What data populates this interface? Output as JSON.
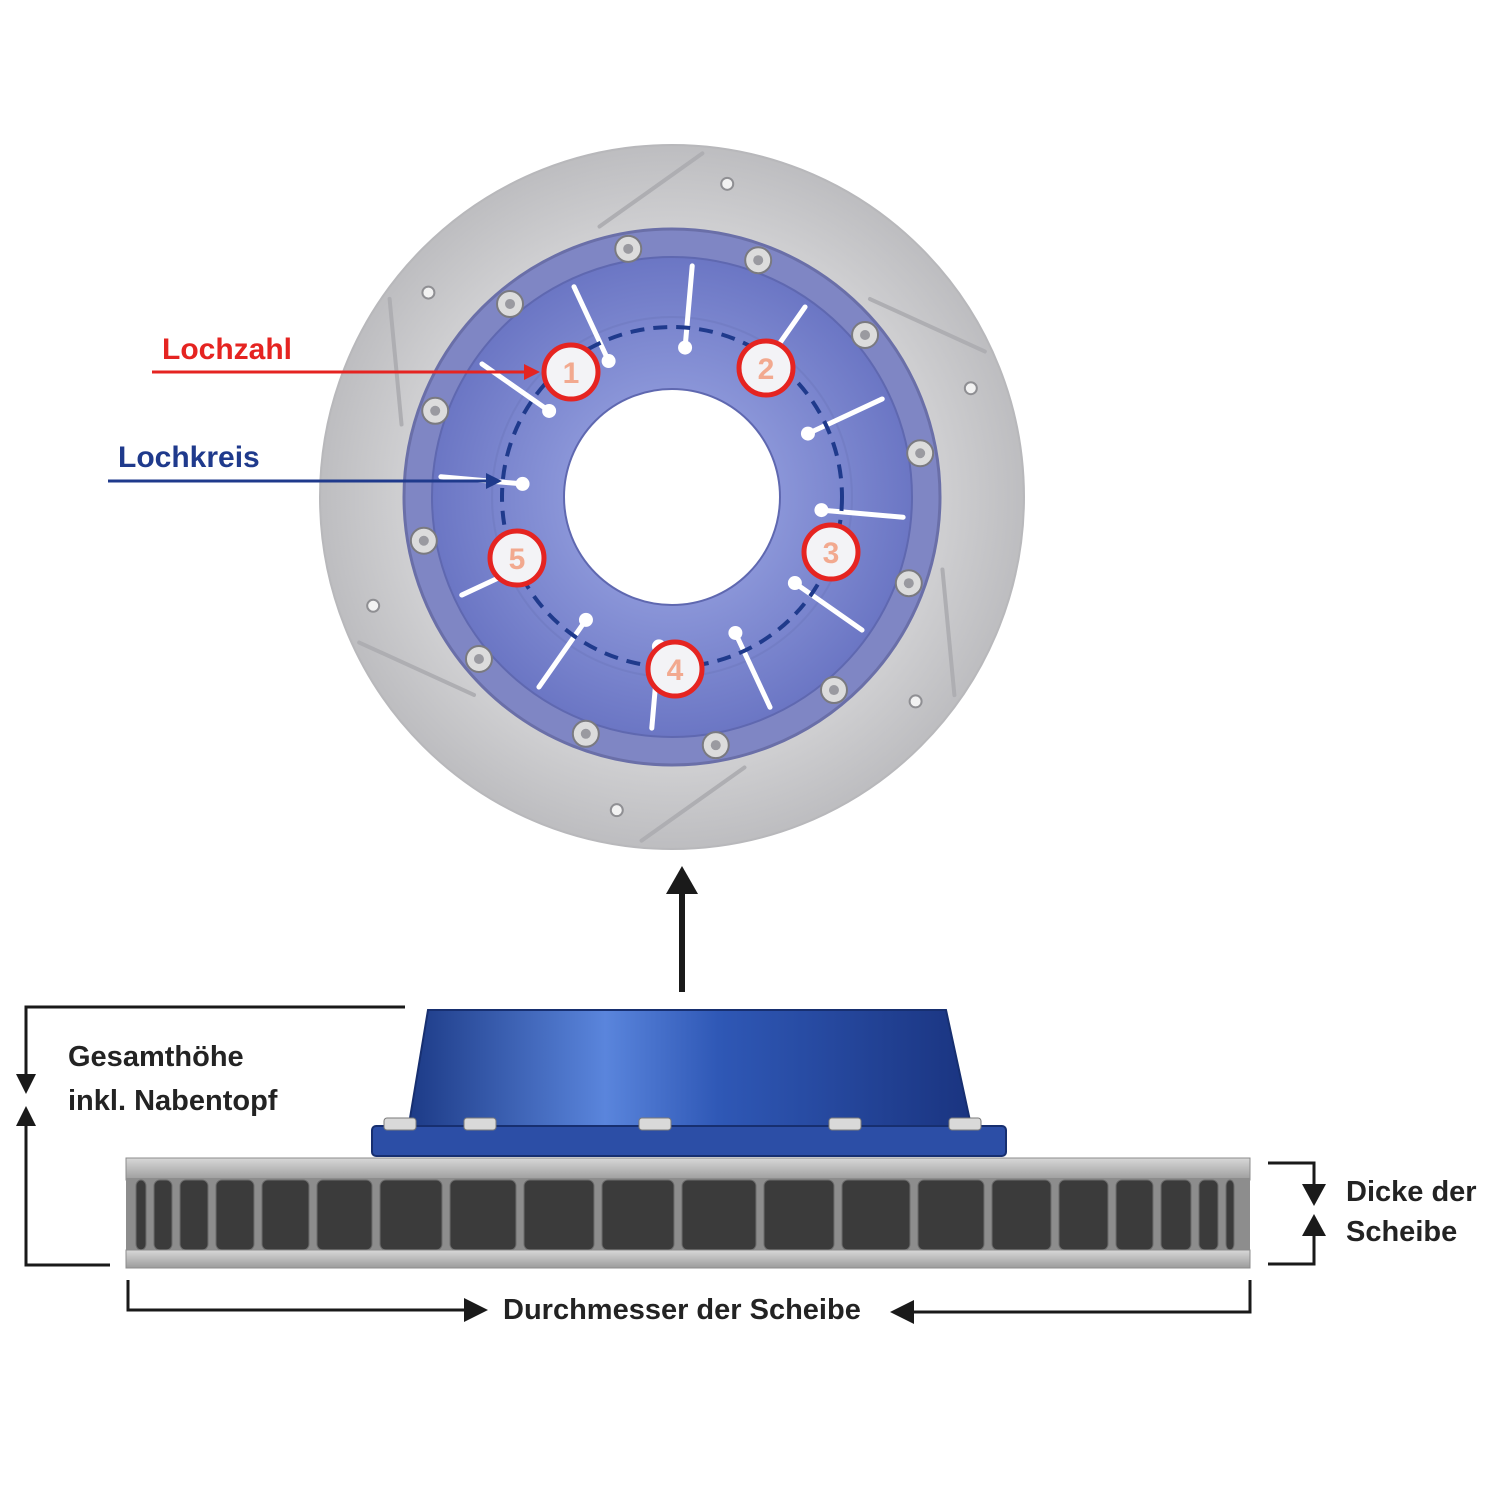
{
  "labels": {
    "hole_count": "Lochzahl",
    "bolt_circle": "Lochkreis",
    "total_height_line1": "Gesamthöhe",
    "total_height_line2": "inkl. Nabentopf",
    "thickness_line1": "Dicke der",
    "thickness_line2": "Scheibe",
    "diameter": "Durchmesser der Scheibe"
  },
  "hole_numbers": [
    "1",
    "2",
    "3",
    "4",
    "5"
  ],
  "colors": {
    "hole_count_accent": "#e52421",
    "bolt_circle_accent": "#1f3a8c",
    "hub_blue": "#2a4fa8",
    "disc_grey": "#c9cacc",
    "arrow_dark": "#1a1a1a"
  }
}
